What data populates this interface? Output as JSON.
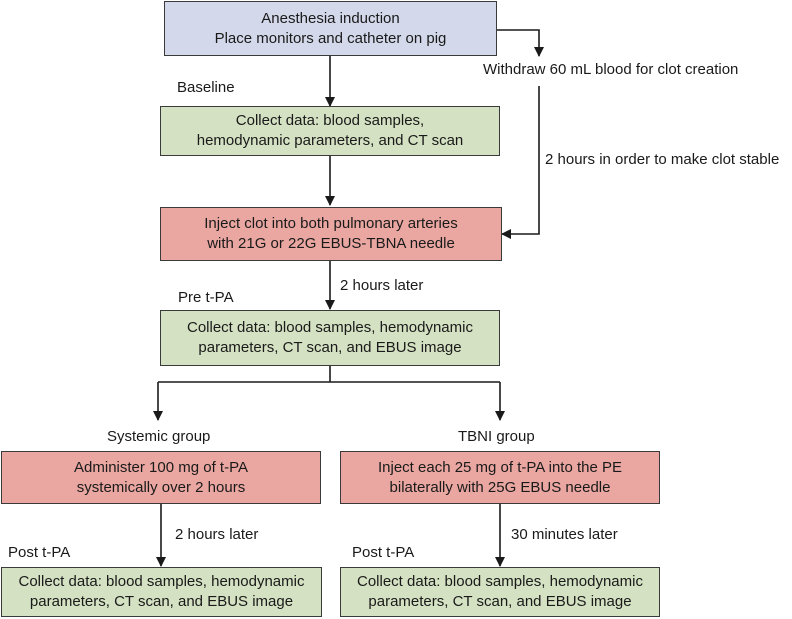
{
  "colors": {
    "blue": "#d3d9ea",
    "green": "#d4e1c2",
    "red": "#eaa7a1",
    "line": "#1a1a1a"
  },
  "boxes": {
    "induction": {
      "line1": "Anesthesia induction",
      "line2": "Place monitors and catheter on pig"
    },
    "baseline_collect": {
      "line1": "Collect data: blood samples,",
      "line2": "hemodynamic parameters, and CT scan"
    },
    "inject_clot": {
      "line1": "Inject clot into both pulmonary arteries",
      "line2": "with 21G or 22G EBUS-TBNA needle"
    },
    "pre_collect": {
      "line1": "Collect data: blood samples, hemodynamic",
      "line2": "parameters, CT scan, and EBUS image"
    },
    "systemic_admin": {
      "line1": "Administer 100 mg of t-PA",
      "line2": "systemically over 2 hours"
    },
    "tbni_inject": {
      "line1": "Inject each 25 mg of t-PA into the PE",
      "line2": "bilaterally with 25G EBUS needle"
    },
    "post_collect_left": {
      "line1": "Collect data: blood samples, hemodynamic",
      "line2": "parameters, CT scan, and EBUS image"
    },
    "post_collect_right": {
      "line1": "Collect data: blood samples, hemodynamic",
      "line2": "parameters, CT scan, and EBUS image"
    }
  },
  "labels": {
    "withdraw": "Withdraw 60 mL blood for clot creation",
    "baseline": "Baseline",
    "clot_stable": "2 hours in order to make clot stable",
    "two_hours_later_1": "2 hours later",
    "pre_tpa": "Pre t-PA",
    "systemic_group": "Systemic group",
    "tbni_group": "TBNI group",
    "two_hours_later_2": "2 hours later",
    "thirty_minutes_later": "30 minutes later",
    "post_tpa_left": "Post t-PA",
    "post_tpa_right": "Post t-PA"
  }
}
